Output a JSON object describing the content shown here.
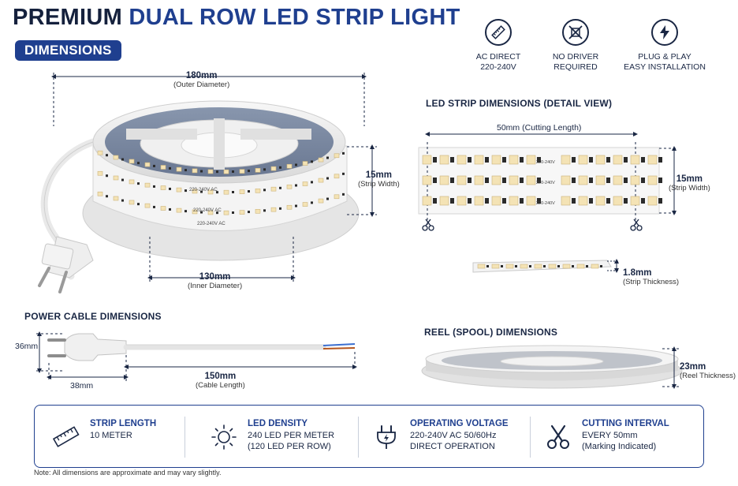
{
  "title": {
    "part1": "PREMIUM",
    "part2": "DUAL ROW LED STRIP LIGHT"
  },
  "badge": "DIMENSIONS",
  "features": [
    {
      "icon": "ruler-icon",
      "line1": "AC DIRECT",
      "line2": "220-240V"
    },
    {
      "icon": "no-driver-icon",
      "line1": "NO DRIVER",
      "line2": "REQUIRED"
    },
    {
      "icon": "lightning-icon",
      "line1": "PLUG & PLAY",
      "line2": "EASY INSTALLATION"
    }
  ],
  "reel_main": {
    "outer": {
      "value": "180mm",
      "label": "(Outer Diameter)"
    },
    "inner": {
      "value": "130mm",
      "label": "(Inner Diameter)"
    },
    "width": {
      "value": "15mm",
      "label": "(Strip Width)"
    },
    "strip_marking": "220-240V AC"
  },
  "detail": {
    "title": "LED STRIP DIMENSIONS (DETAIL VIEW)",
    "cutting": {
      "value": "50mm",
      "label": "(Cutting Length)"
    },
    "width": {
      "value": "15mm",
      "label": "(Strip Width)"
    },
    "thickness": {
      "value": "1.8mm",
      "label": "(Strip Thickness)"
    },
    "strip_marking": "220-240V"
  },
  "cable": {
    "title": "POWER CABLE DIMENSIONS",
    "height": "36mm",
    "plug_length": "38mm",
    "cable": {
      "value": "150mm",
      "label": "(Cable Length)"
    }
  },
  "spool": {
    "title": "REEL (SPOOL) DIMENSIONS",
    "thickness": {
      "value": "23mm",
      "label": "(Reel Thickness)"
    }
  },
  "specs": [
    {
      "icon": "ruler-icon",
      "title": "STRIP LENGTH",
      "lines": [
        "10 METER"
      ]
    },
    {
      "icon": "sun-icon",
      "title": "LED DENSITY",
      "lines": [
        "240 LED PER METER",
        "(120 LED PER ROW)"
      ]
    },
    {
      "icon": "plug-icon",
      "title": "OPERATING VOLTAGE",
      "lines": [
        "220-240V AC 50/60Hz",
        "DIRECT OPERATION"
      ]
    },
    {
      "icon": "scissors-icon",
      "title": "CUTTING INTERVAL",
      "lines": [
        "EVERY 50mm",
        "(Marking Indicated)"
      ]
    }
  ],
  "note": "Note: All dimensions are approximate and may vary slightly.",
  "colors": {
    "navy": "#1f3f8f",
    "dark": "#15213d",
    "led": "#f4e3b5",
    "pcb": "#f5f5f5"
  }
}
